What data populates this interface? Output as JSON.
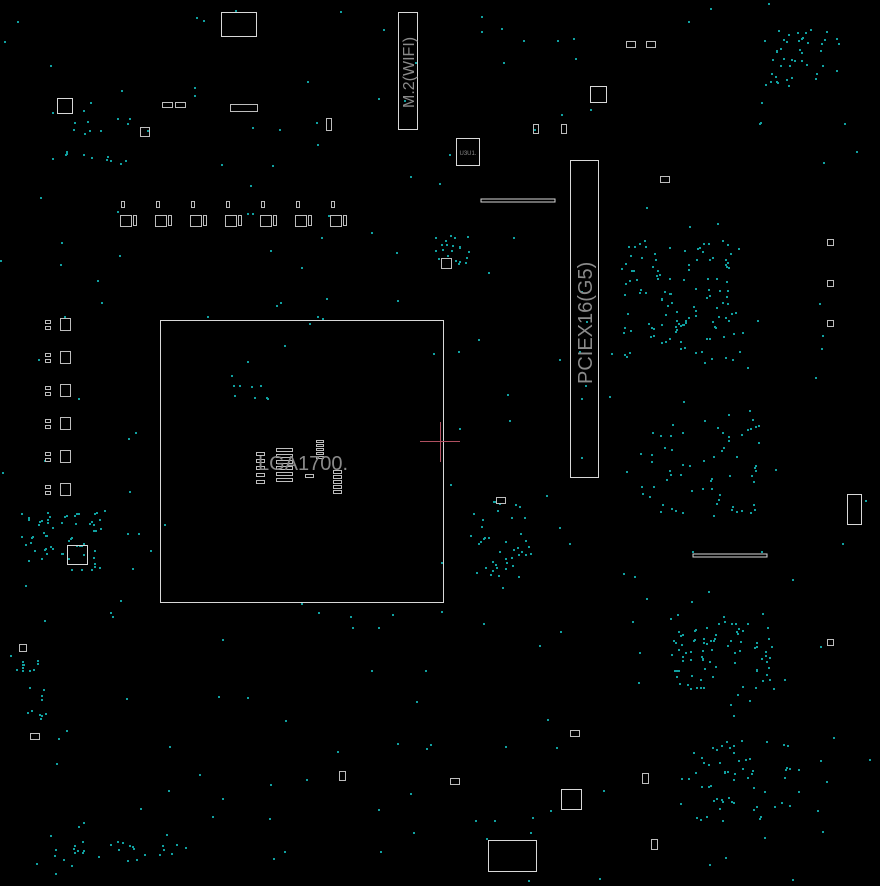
{
  "board": {
    "cpu_socket_label": "LGA1700.",
    "m2_label": "M.2(WIFI)",
    "pcie_label": "PCIEX16(G5)",
    "ic_label": "U3U1."
  },
  "colors": {
    "background": "#000000",
    "outline": "#d8d8d8",
    "via": "#10a0a0",
    "cursor": "#b05060"
  }
}
